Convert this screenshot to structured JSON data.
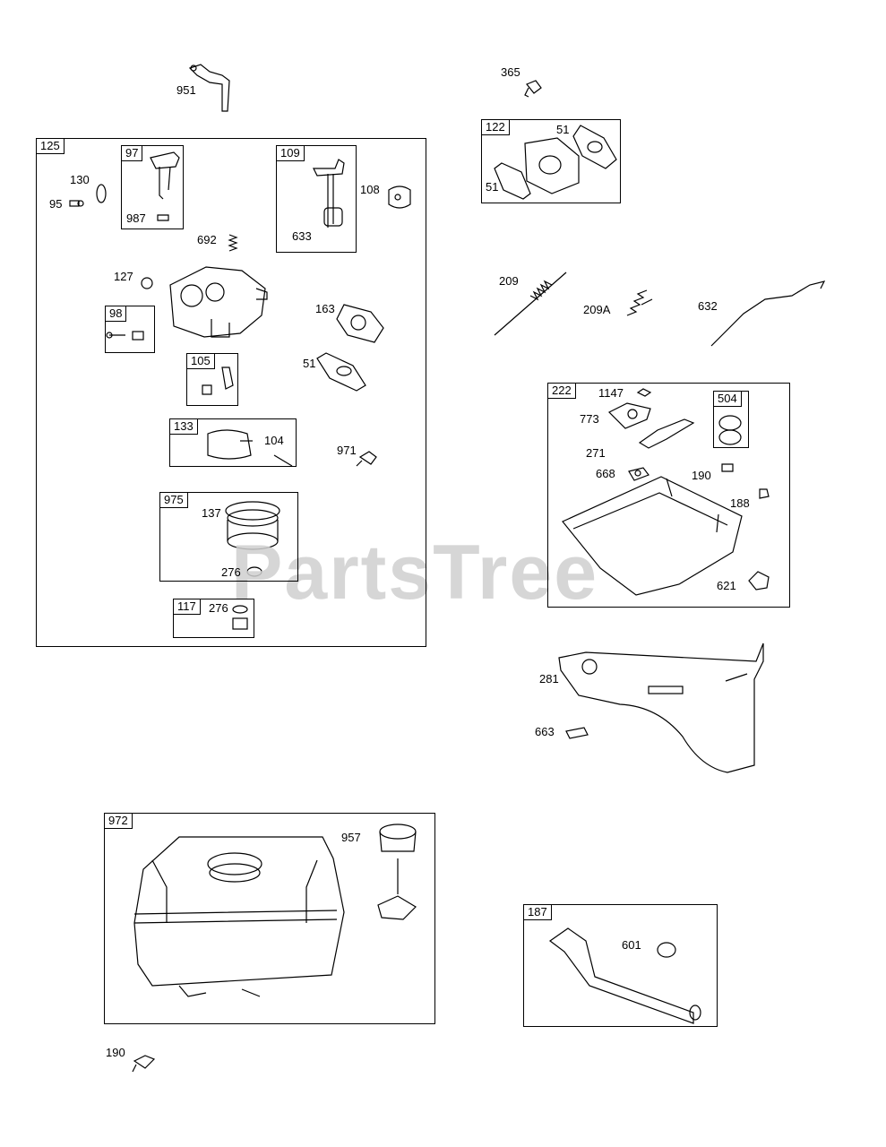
{
  "watermark": "PartsTree",
  "boxes": {
    "b125": "125",
    "b97": "97",
    "b109": "109",
    "b98": "98",
    "b105": "105",
    "b133": "133",
    "b975": "975",
    "b117": "117",
    "b122": "122",
    "b222": "222",
    "b504": "504",
    "b972": "972",
    "b187": "187"
  },
  "labels": {
    "p951": "951",
    "p130": "130",
    "p95": "95",
    "p987": "987",
    "p692": "692",
    "p108": "108",
    "p633": "633",
    "p127": "127",
    "p163": "163",
    "p51a": "51",
    "p104": "104",
    "p971": "971",
    "p137": "137",
    "p276a": "276",
    "p276b": "276",
    "p365": "365",
    "p51b": "51",
    "p51c": "51",
    "p209": "209",
    "p209A": "209A",
    "p632": "632",
    "p1147": "1147",
    "p773": "773",
    "p271": "271",
    "p668": "668",
    "p190a": "190",
    "p188": "188",
    "p621": "621",
    "p281": "281",
    "p663": "663",
    "p957": "957",
    "p601": "601",
    "p190b": "190"
  }
}
